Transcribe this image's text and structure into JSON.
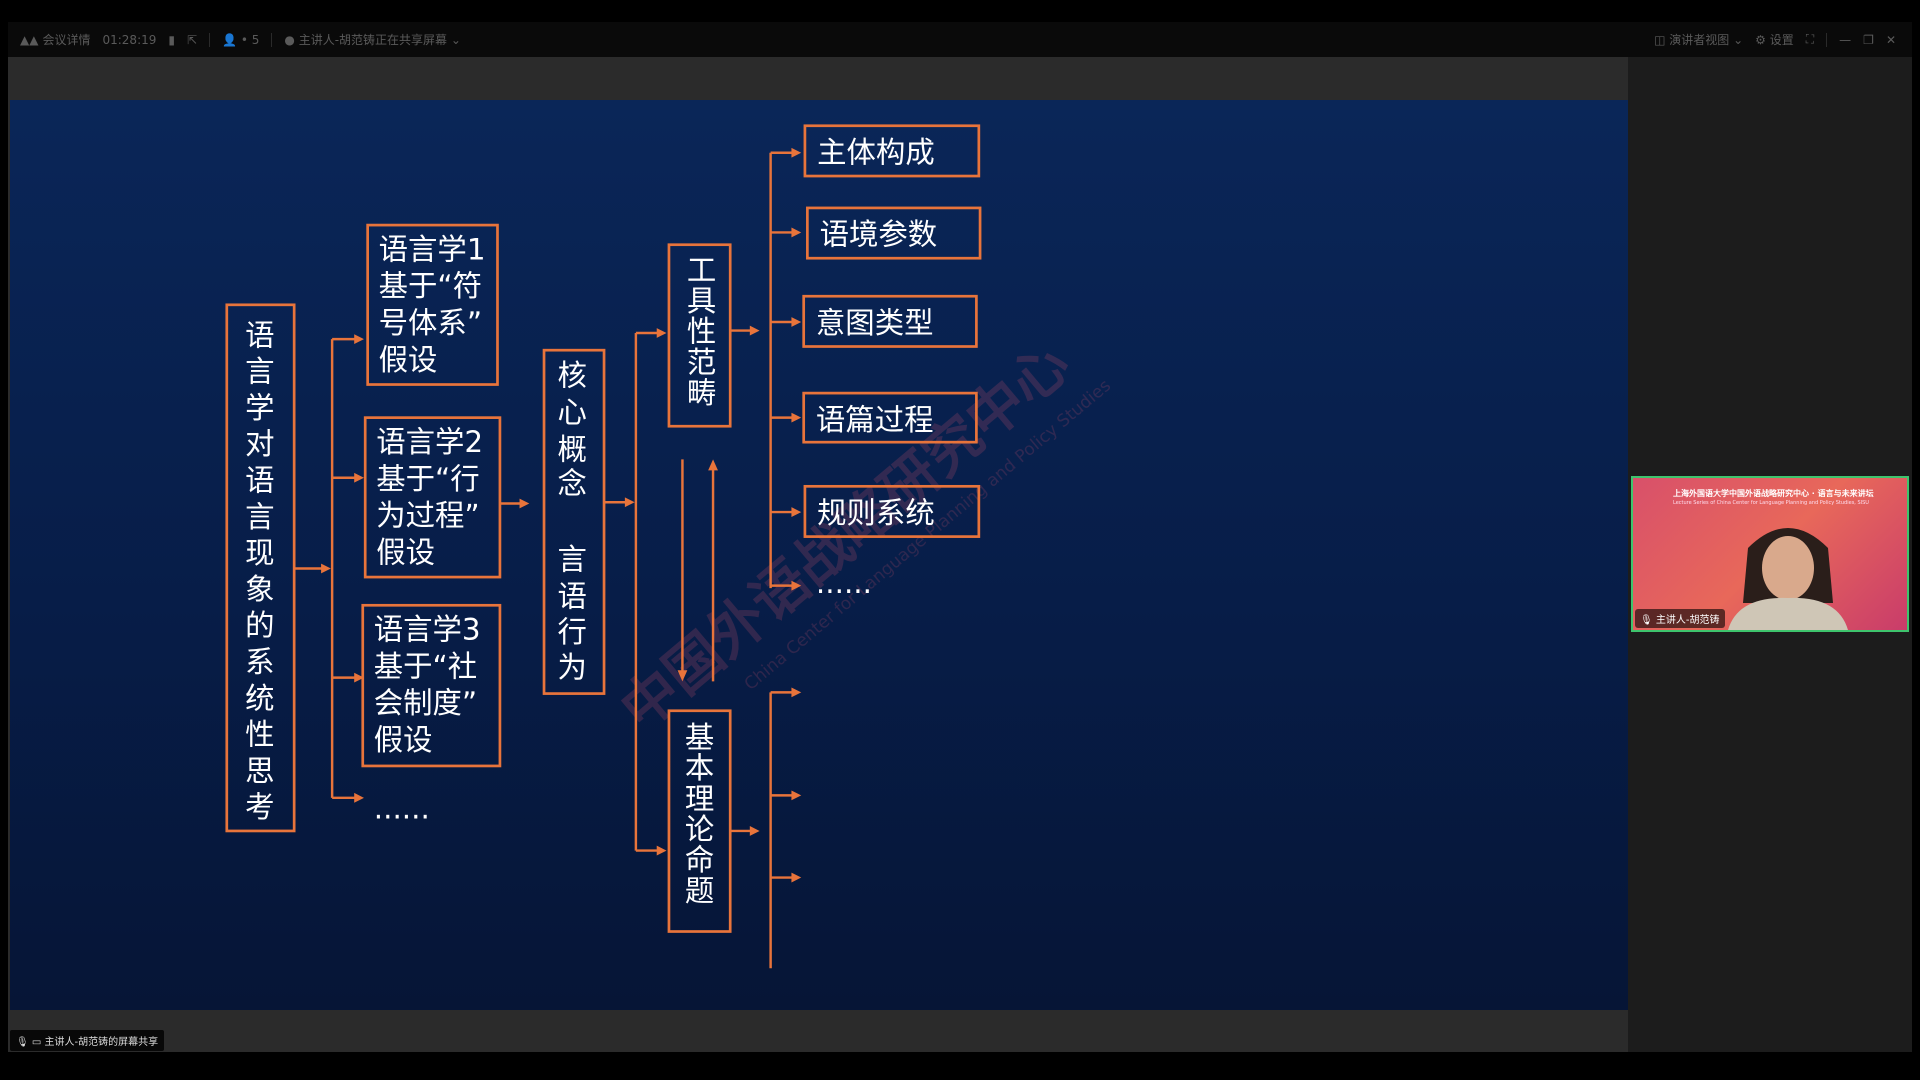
{
  "toolbar": {
    "meeting_details": "会议详情",
    "timer": "01:28:19",
    "participants": "5",
    "sharing_status": "主讲人-胡范铸正在共享屏幕",
    "presenter_view": "演讲者视图",
    "settings": "设置"
  },
  "slide": {
    "root": "语言学对语言现象的系统性思考",
    "branches": [
      [
        "语言学1",
        "基于“符",
        "号体系”",
        "假设"
      ],
      [
        "语言学2",
        "基于“行",
        "为过程”",
        "假设"
      ],
      [
        "语言学3",
        "基于“社",
        "会制度”",
        "假设"
      ]
    ],
    "branch_more": "......",
    "core": [
      "核",
      "心",
      "概",
      "念",
      "言",
      "语",
      "行",
      "为"
    ],
    "tool_category": "工具性范畴",
    "basic_propositions": "基本理论命题",
    "tool_items": [
      "主体构成",
      "语境参数",
      "意图类型",
      "语篇过程",
      "规则系统"
    ],
    "tool_more": "......",
    "watermark": "中国外语战略研究中心",
    "watermark_en": "China Center for Language Planning and Policy Studies"
  },
  "video": {
    "banner": "上海外国语大学中国外语战略研究中心 · 语言与未来讲坛",
    "banner_en": "Lecture Series of China Center for Language Planning and Policy Studies, SISU",
    "speaker": "主讲人-胡范铸"
  },
  "bottom": {
    "share_label": "主讲人-胡范铸的屏幕共享"
  },
  "colors": {
    "accent": "#e8743b",
    "active_speaker": "#3ec46d"
  }
}
